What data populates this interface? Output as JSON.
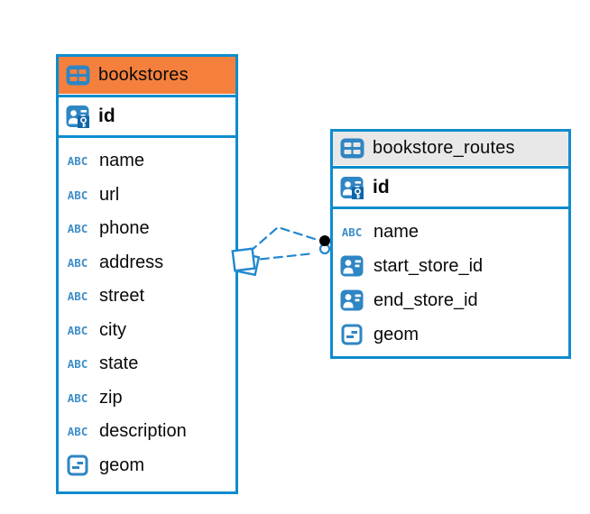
{
  "diagram": {
    "background": "#ffffff"
  },
  "colors": {
    "table_border_blue": "#0e8cce",
    "icon_blue": "#2e86c4",
    "key_panel_blue": "#0e66a9",
    "abc_text_blue": "#3e8ec9",
    "bookstores_header_orange": "#f5803d",
    "routes_header_gray": "#e8e8e8",
    "connector_blue": "#2288cf",
    "connector_dot_black": "#000000",
    "text_black": "#0a0a0a"
  },
  "icon_legend": {
    "table": "table-grid-icon",
    "primary_key": "person-card-key-icon",
    "reference": "person-card-icon",
    "text": "abc-text-icon",
    "geometry": "geometry-outline-icon"
  },
  "tables": [
    {
      "title": "bookstores",
      "header_color": "#f5803d",
      "header_icon": "table-grid-icon",
      "primary_key": {
        "label": "id",
        "icon": "person-card-key-icon"
      },
      "columns": [
        {
          "label": "name",
          "type": "text"
        },
        {
          "label": "url",
          "type": "text"
        },
        {
          "label": "phone",
          "type": "text"
        },
        {
          "label": "address",
          "type": "text"
        },
        {
          "label": "street",
          "type": "text"
        },
        {
          "label": "city",
          "type": "text"
        },
        {
          "label": "state",
          "type": "text"
        },
        {
          "label": "zip",
          "type": "text"
        },
        {
          "label": "description",
          "type": "text"
        },
        {
          "label": "geom",
          "type": "geometry"
        }
      ]
    },
    {
      "title": "bookstore_routes",
      "header_color": "#e8e8e8",
      "header_icon": "table-grid-icon",
      "primary_key": {
        "label": "id",
        "icon": "person-card-key-icon"
      },
      "columns": [
        {
          "label": "name",
          "type": "text"
        },
        {
          "label": "start_store_id",
          "type": "reference"
        },
        {
          "label": "end_store_id",
          "type": "reference"
        },
        {
          "label": "geom",
          "type": "geometry"
        }
      ]
    }
  ],
  "connections": [
    {
      "from_table": "bookstore_routes",
      "to_table": "bookstores",
      "line_style": "dashed",
      "source_marker": "dot-marker",
      "target_marker": "stacked-squares-marker"
    },
    {
      "from_table": "bookstore_routes",
      "to_table": "bookstores",
      "line_style": "dashed",
      "source_marker": "dot-marker",
      "target_marker": "stacked-squares-marker"
    }
  ]
}
